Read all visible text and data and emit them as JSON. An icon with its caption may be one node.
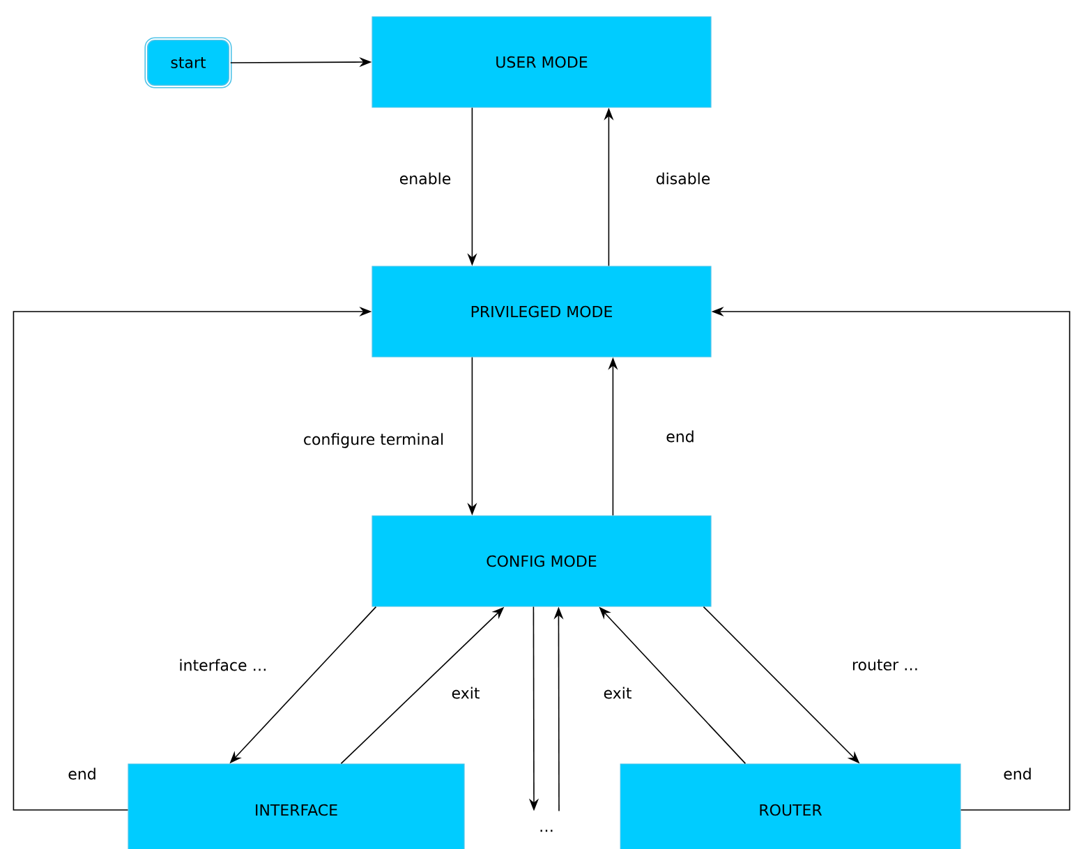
{
  "diagram": {
    "nodes": [
      {
        "text": [
          "start"
        ]
      },
      {
        "text": [
          "USER MODE"
        ]
      },
      {
        "text": [
          "PRIVILEGED MODE"
        ]
      },
      {
        "text": [
          "CONFIG MODE"
        ]
      },
      {
        "text": [
          "INTERFACE"
        ]
      },
      {
        "text": [
          "…"
        ]
      },
      {
        "text": [
          "ROUTER"
        ]
      }
    ],
    "edges": [
      {
        "from": 0,
        "to": 1,
        "arrow": "to"
      },
      {
        "from": 1,
        "to": 2,
        "arrow": "to",
        "label": "enable"
      },
      {
        "from": 2,
        "to": 1,
        "arrow": "to",
        "label": "disable"
      },
      {
        "from": 2,
        "to": 3,
        "arrow": "to",
        "label": "configure terminal"
      },
      {
        "from": 3,
        "to": 2,
        "arrow": "to",
        "label": "end"
      },
      {
        "from": 3,
        "to": 4,
        "arrow": "to",
        "label": "interface …"
      },
      {
        "from": 4,
        "to": 3,
        "arrow": "to",
        "label": "exit"
      },
      {
        "from": 3,
        "to": 5,
        "arrow": "to"
      },
      {
        "from": 5,
        "to": 3,
        "arrow": "to"
      },
      {
        "from": 6,
        "to": 3,
        "arrow": "to",
        "label": "exit"
      },
      {
        "from": 3,
        "to": 6,
        "arrow": "to",
        "label": "router …"
      },
      {
        "from": 4,
        "to": 2,
        "arrow": "to",
        "label": "end"
      },
      {
        "from": 6,
        "to": 2,
        "arrow": "to",
        "label": "end"
      }
    ]
  }
}
